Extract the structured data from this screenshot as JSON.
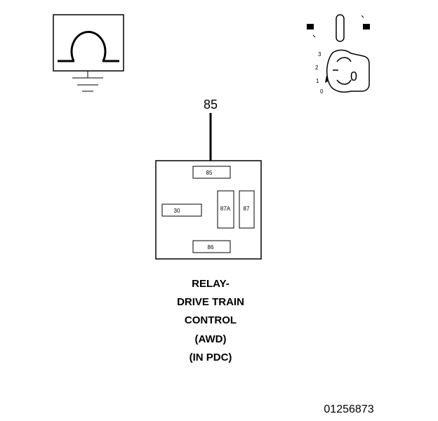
{
  "diagram": {
    "ohmmeter_symbol": "Ω",
    "ignition": {
      "positions": [
        "3",
        "2",
        "1",
        "0"
      ],
      "key_label": "0"
    },
    "probe_terminal": "85",
    "relay": {
      "pins": {
        "p85": "85",
        "p30": "30",
        "p87a": "87A",
        "p87": "87",
        "p86": "86"
      },
      "title_lines": [
        "RELAY-",
        "DRIVE TRAIN",
        "CONTROL",
        "(AWD)",
        "(IN PDC)"
      ]
    },
    "doc_id": "01256873"
  }
}
